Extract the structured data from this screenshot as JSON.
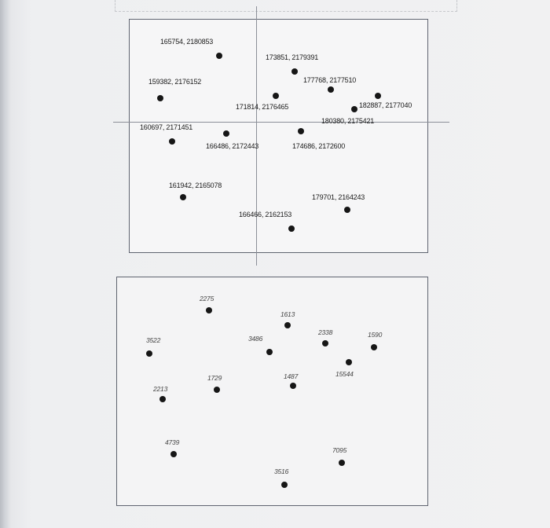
{
  "top_points": [
    {
      "label": "165754, 2180853"
    },
    {
      "label": "173851, 2179391"
    },
    {
      "label": "177768, 2177510"
    },
    {
      "label": "159382, 2176152"
    },
    {
      "label": "171814, 2176465"
    },
    {
      "label": "182887, 2177040"
    },
    {
      "label": "180380, 2175421"
    },
    {
      "label": "160697, 2171451"
    },
    {
      "label": "166486, 2172443"
    },
    {
      "label": "174686, 2172600"
    },
    {
      "label": "161942, 2165078"
    },
    {
      "label": "179701, 2164243"
    },
    {
      "label": "166466, 2162153"
    }
  ],
  "bottom_points": [
    {
      "label": "2275"
    },
    {
      "label": "1613"
    },
    {
      "label": "3522"
    },
    {
      "label": "3486"
    },
    {
      "label": "2338"
    },
    {
      "label": "1590"
    },
    {
      "label": "1729"
    },
    {
      "label": "1487"
    },
    {
      "label": "15544"
    },
    {
      "label": "2213"
    },
    {
      "label": "4739"
    },
    {
      "label": "7095"
    },
    {
      "label": "3516"
    }
  ],
  "colors": {
    "ink": "#161616",
    "border": "#5f6470",
    "paper": "#f6f6f7"
  }
}
